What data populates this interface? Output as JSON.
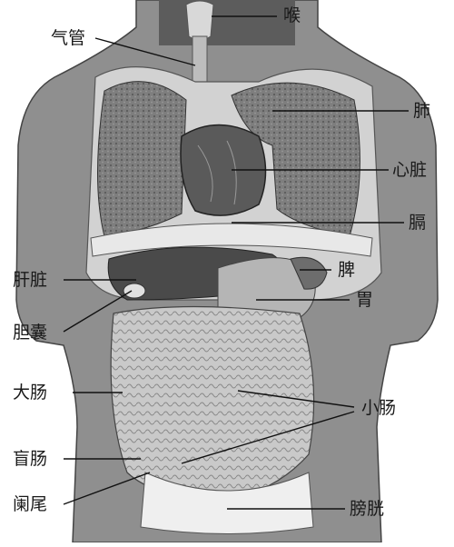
{
  "labels": {
    "larynx": "喉",
    "trachea": "气管",
    "lung": "肺",
    "heart": "心脏",
    "diaphragm": "膈",
    "liver": "肝脏",
    "spleen": "脾",
    "stomach": "胃",
    "gallbladder": "胆囊",
    "large_intestine": "大肠",
    "small_intestine": "小肠",
    "cecum": "盲肠",
    "appendix": "阑尾",
    "bladder": "膀胱"
  }
}
